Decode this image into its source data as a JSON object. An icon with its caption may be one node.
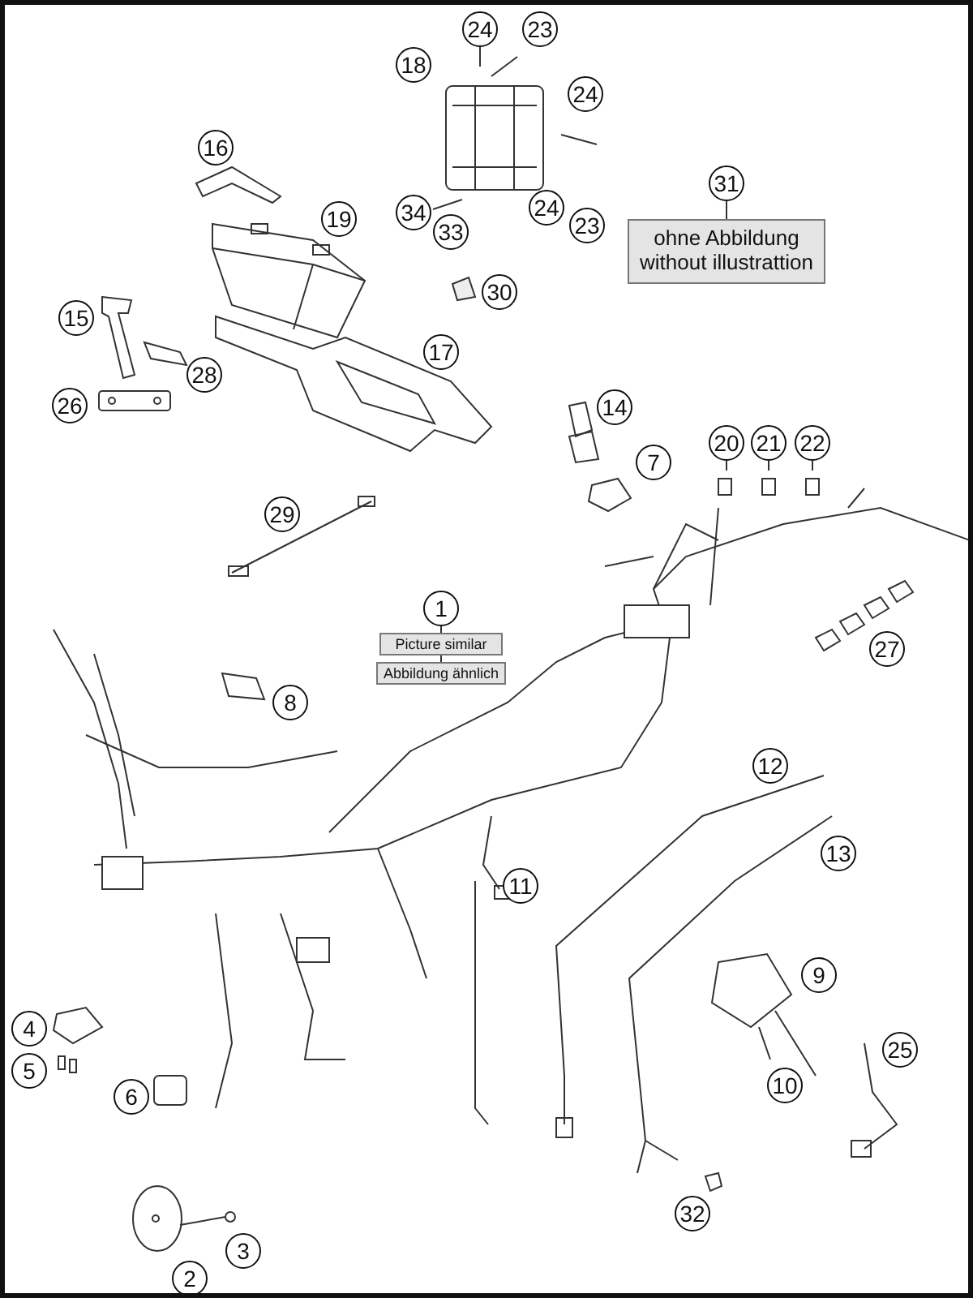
{
  "diagram": {
    "nodes": [
      {
        "text": [
          "24"
        ]
      },
      {
        "text": [
          "31"
        ]
      },
      {
        "text": [
          "ohne Abbildung",
          "without illustrattion"
        ]
      },
      {
        "text": [
          "20"
        ]
      },
      {
        "text": [
          "21"
        ]
      },
      {
        "text": [
          "22"
        ]
      },
      {
        "text": [
          "1"
        ]
      },
      {
        "text": [
          "Picture similar"
        ]
      },
      {
        "text": [
          "Abbildung ähnlich"
        ]
      },
      {
        "text": [
          "23"
        ]
      },
      {
        "text": [
          "18"
        ]
      },
      {
        "text": [
          "24"
        ]
      },
      {
        "text": [
          "16"
        ]
      },
      {
        "text": [
          "19"
        ]
      },
      {
        "text": [
          "34"
        ]
      },
      {
        "text": [
          "24"
        ]
      },
      {
        "text": [
          "33"
        ]
      },
      {
        "text": [
          "23"
        ]
      },
      {
        "text": [
          "30"
        ]
      },
      {
        "text": [
          "15"
        ]
      },
      {
        "text": [
          "17"
        ]
      },
      {
        "text": [
          "28"
        ]
      },
      {
        "text": [
          "26"
        ]
      },
      {
        "text": [
          "14"
        ]
      },
      {
        "text": [
          "7"
        ]
      },
      {
        "text": [
          "29"
        ]
      },
      {
        "text": [
          "8"
        ]
      },
      {
        "text": [
          "27"
        ]
      },
      {
        "text": [
          "12"
        ]
      },
      {
        "text": [
          "13"
        ]
      },
      {
        "text": [
          "11"
        ]
      },
      {
        "text": [
          "9"
        ]
      },
      {
        "text": [
          "4"
        ]
      },
      {
        "text": [
          "25"
        ]
      },
      {
        "text": [
          "5"
        ]
      },
      {
        "text": [
          "10"
        ]
      },
      {
        "text": [
          "6"
        ]
      },
      {
        "text": [
          "32"
        ]
      },
      {
        "text": [
          "3"
        ]
      },
      {
        "text": [
          "2"
        ]
      }
    ],
    "edges": [
      {
        "from": 0,
        "to": null,
        "arrow": "none"
      },
      {
        "from": 1,
        "to": 2,
        "arrow": "none"
      },
      {
        "from": 3,
        "to": null,
        "arrow": "none"
      },
      {
        "from": 4,
        "to": null,
        "arrow": "none"
      },
      {
        "from": 5,
        "to": null,
        "arrow": "none"
      },
      {
        "from": 6,
        "to": 7,
        "arrow": "none"
      },
      {
        "from": 7,
        "to": 8,
        "arrow": "none"
      }
    ]
  }
}
